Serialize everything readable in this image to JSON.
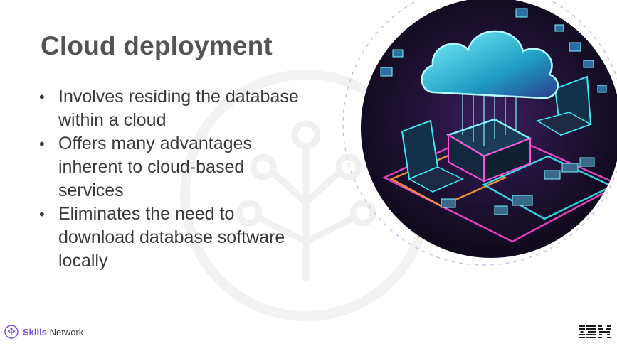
{
  "slide": {
    "title": "Cloud deployment",
    "bullets": [
      "Involves residing the database within a cloud",
      "Offers many advantages inherent to cloud-based services",
      "Eliminates the need to download database software locally"
    ]
  },
  "footer": {
    "brand_primary": "Skills",
    "brand_secondary": "Network",
    "partner_logo": "IBM"
  },
  "hero_image": {
    "subject": "isometric neon cloud computing illustration",
    "icon": "cloud-server-illustration"
  },
  "colors": {
    "title": "#545454",
    "text": "#3a3a3a",
    "accent_purple": "#7b4fd6",
    "rule": "#b8b4d6",
    "neon_cyan": "#3ee6f0",
    "neon_pink": "#ff4fd8",
    "neon_orange": "#ff9a3c"
  }
}
